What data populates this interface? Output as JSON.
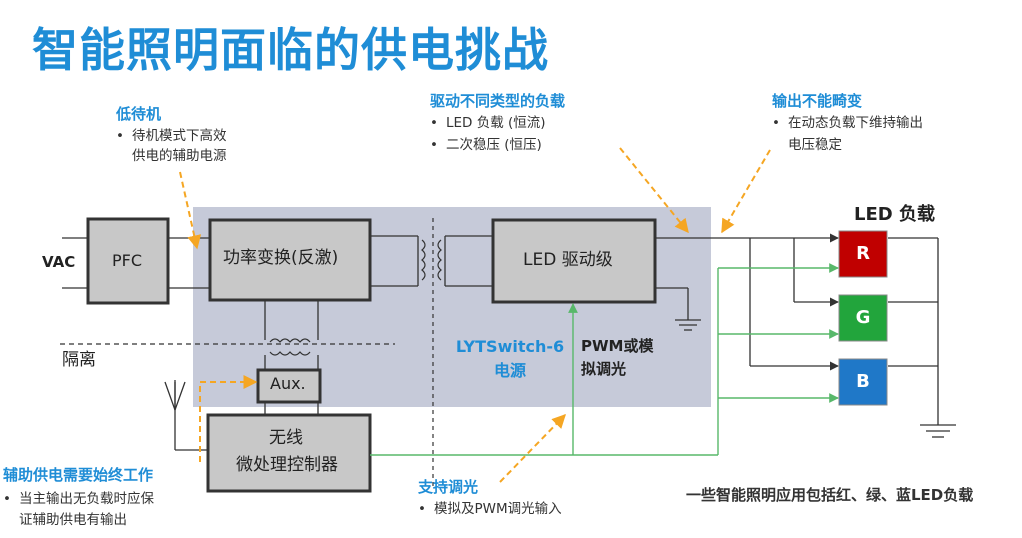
{
  "title": "智能照明面临的供电挑战",
  "callouts": {
    "standby": {
      "heading": "低待机",
      "bullets": [
        "待机模式下高效",
        "供电的辅助电源"
      ]
    },
    "drive": {
      "heading": "驱动不同类型的负载",
      "bullets": [
        "LED 负载 (恒流)",
        "二次稳压 (恒压)"
      ]
    },
    "output": {
      "heading": "输出不能畸变",
      "bullets": [
        "在动态负载下维持输出",
        "电压稳定"
      ]
    },
    "aux_supply": {
      "heading": "辅助供电需要始终工作",
      "bullets": [
        "当主输出无负载时应保",
        "证辅助供电有输出"
      ]
    },
    "dimming": {
      "heading": "支持调光",
      "bullets": [
        "模拟及PWM调光输入"
      ]
    }
  },
  "blocks": {
    "vac": "VAC",
    "pfc": "PFC",
    "converter": "功率变换(反激)",
    "led_driver": "LED 驱动级",
    "aux": "Aux.",
    "mcu_line1": "无线",
    "mcu_line2": "微处理控制器",
    "isolation": "隔离",
    "lytswitch_line1": "LYTSwitch-6",
    "lytswitch_line2": "电源",
    "pwm_line1": "PWM或模",
    "pwm_line2": "拟调光",
    "led_load": "LED 负载",
    "led_r": "R",
    "led_g": "G",
    "led_b": "B"
  },
  "footer": "一些智能照明应用包括红、绿、蓝LED负载",
  "bullet_glyph": "•",
  "colors": {
    "title_blue": "#1f8dd6",
    "shade": "#c6cad9",
    "box_fill": "#c8c8c8",
    "red": "#c00000",
    "green": "#22a53c",
    "blue": "#1f78c8",
    "arrow_orange": "#f5a623",
    "line_green": "#58b86a"
  }
}
